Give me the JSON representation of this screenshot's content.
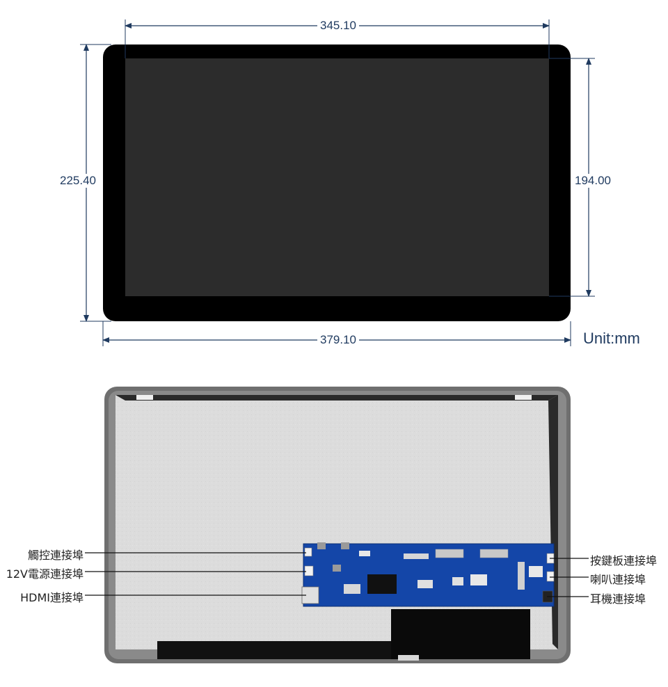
{
  "dimensions": {
    "screen_width": "345.10",
    "overall_height": "225.40",
    "screen_height": "194.00",
    "overall_width": "379.10",
    "unit": "Unit:mm"
  },
  "ports": {
    "touch": "觸控連接埠",
    "power": "12V電源連接埠",
    "hdmi": "HDMI連接埠",
    "keypad": "按鍵板連接埠",
    "speaker": "喇叭連接埠",
    "earphone": "耳機連接埠"
  },
  "colors": {
    "dimension_line": "#1f3a5f",
    "bezel": "#000000",
    "screen": "#2c2c2c",
    "pcb": "#1446a8"
  }
}
